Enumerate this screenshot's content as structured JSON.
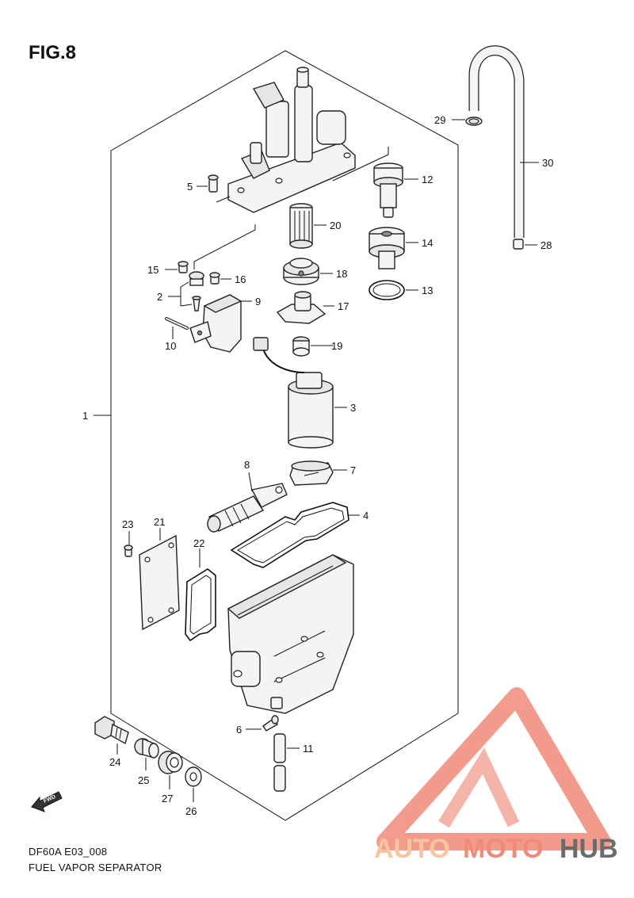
{
  "figure_title": "FIG.8",
  "footer": {
    "code": "DF60A E03_008",
    "title": "FUEL VAPOR SEPARATOR"
  },
  "watermark": {
    "brand_part1": "AUTO",
    "brand_part2": "MOTO",
    "brand_part3": "HUB",
    "color_light": "#f6c6a0",
    "color_mid": "#f08a7a",
    "color_dark": "#6b6b6b"
  },
  "fwd_label": "FWD",
  "callouts": [
    "1",
    "2",
    "3",
    "4",
    "5",
    "6",
    "7",
    "8",
    "9",
    "10",
    "11",
    "12",
    "13",
    "14",
    "15",
    "16",
    "17",
    "18",
    "19",
    "20",
    "21",
    "22",
    "23",
    "24",
    "25",
    "26",
    "27",
    "28",
    "29",
    "30"
  ],
  "colors": {
    "line": "#111111",
    "part_fill": "#f4f4f4",
    "background": "#ffffff"
  }
}
